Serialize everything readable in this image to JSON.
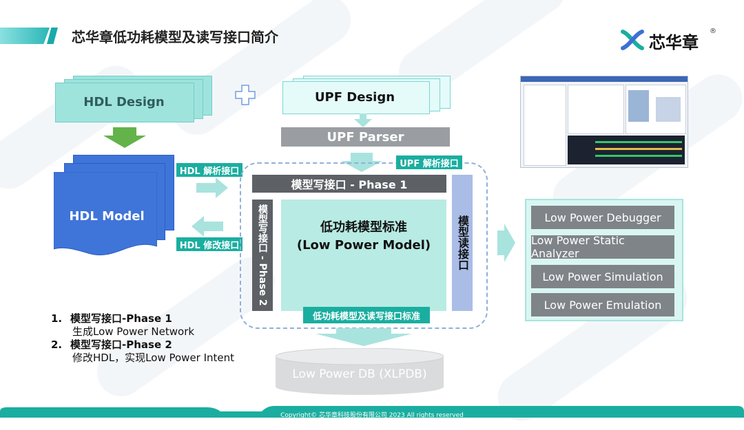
{
  "header": {
    "title": "芯华章低功耗模型及读写接口简介",
    "logo_text": "芯华章",
    "logo_reg": "®"
  },
  "diagram": {
    "hdl_design": "HDL Design",
    "upf_design": "UPF Design",
    "upf_parser": "UPF Parser",
    "hdl_model": "HDL Model",
    "hdl_parse_interface": "HDL 解析接口",
    "hdl_modify_interface": "HDL 修改接口",
    "upf_parse_interface": "UPF 解析接口",
    "write_phase1": "模型写接口 - Phase 1",
    "write_phase2": "模型写接口 - Phase 2",
    "read_interface": "模型读接口",
    "model_title_line1": "低功耗模型标准",
    "model_title_line2": "(Low Power Model)",
    "standard_tag": "低功耗模型及读写接口标准",
    "db_label": "Low Power DB (XLPDB)"
  },
  "tools": [
    "Low Power Debugger",
    "Low Power Static Analyzer",
    "Low Power Simulation",
    "Low Power Emulation"
  ],
  "legend": [
    {
      "num": "1.",
      "title": "模型写接口-Phase 1",
      "desc": "生成Low Power Network"
    },
    {
      "num": "2.",
      "title": "模型写接口-Phase 2",
      "desc": "修改HDL，实现Low Power Intent"
    }
  ],
  "footer": {
    "copyright": "Copyright© 芯华章科技股份有限公司 2023  All rights reserved"
  },
  "colors": {
    "teal": "#1aaea0",
    "blue": "#3f74d9",
    "grey": "#8f9397",
    "dark_grey": "#5d6166",
    "light_teal": "#9fe3dd"
  }
}
